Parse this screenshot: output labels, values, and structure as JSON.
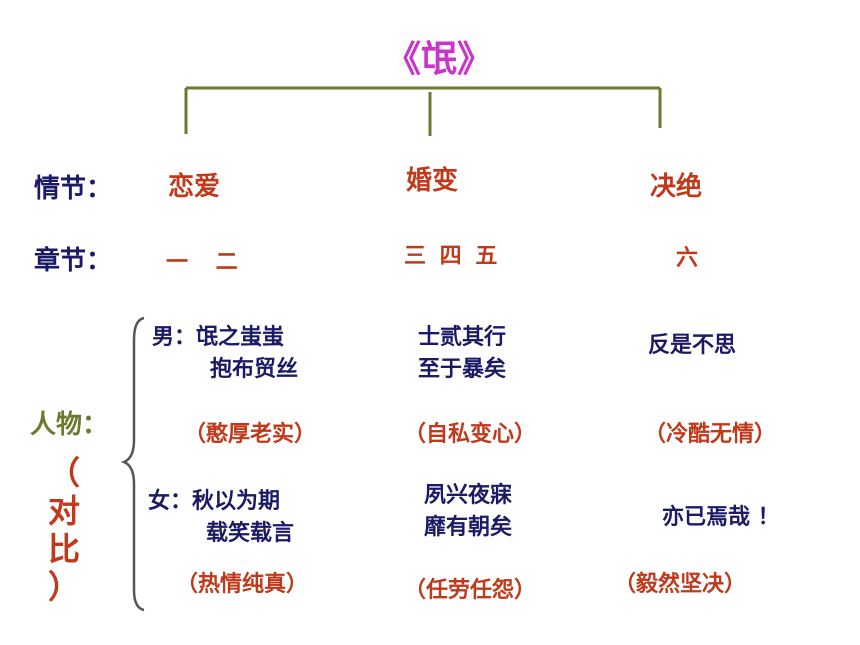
{
  "title": "《氓》",
  "plot": {
    "label": "情节：",
    "items": [
      "恋爱",
      "婚变",
      "决绝"
    ]
  },
  "chapters": {
    "label": "章节：",
    "items": [
      "一 二",
      "三 四 五",
      "六"
    ]
  },
  "characters": {
    "label": "人物：",
    "contrast_open": "（",
    "contrast_chars": [
      "对",
      "比"
    ],
    "contrast_close": "）",
    "male": {
      "prefix": "男：",
      "stages": [
        {
          "lines": [
            "氓之蚩蚩",
            "抱布贸丝"
          ],
          "trait": "（憨厚老实）"
        },
        {
          "lines": [
            "士贰其行",
            "至于暴矣"
          ],
          "trait": "（自私变心）"
        },
        {
          "lines": [
            "反是不思"
          ],
          "trait": "（冷酷无情）"
        }
      ]
    },
    "female": {
      "prefix": "女：",
      "stages": [
        {
          "lines": [
            "秋以为期",
            "载笑载言"
          ],
          "trait": "（热情纯真）"
        },
        {
          "lines": [
            "夙兴夜寐",
            "靡有朝矣"
          ],
          "trait": "（任劳任怨）"
        },
        {
          "lines": [
            "亦已焉哉 ！"
          ],
          "trait": "（毅然坚决）"
        }
      ]
    }
  },
  "colors": {
    "title": "#cc33cc",
    "label": "#1a1a66",
    "value": "#c0391b",
    "lines": "#6b7a2e"
  }
}
